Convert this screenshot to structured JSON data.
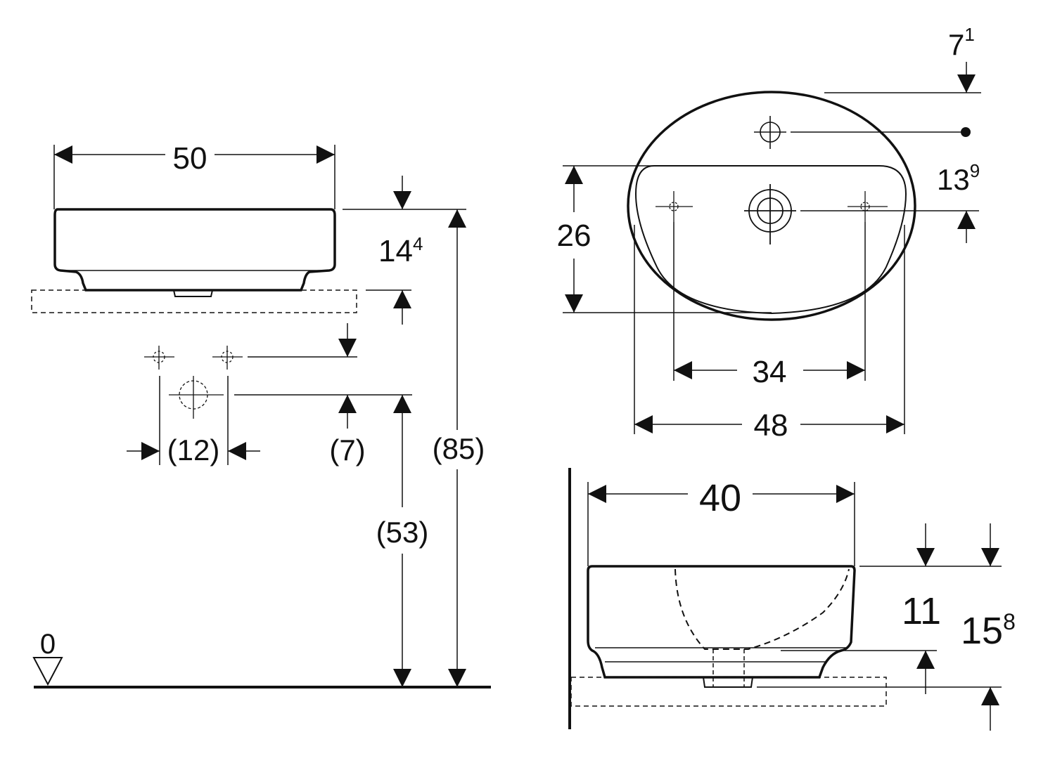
{
  "dimensions": {
    "front_width": "50",
    "front_height_main": "14",
    "front_height_sup": "4",
    "tap_spacing": "(12)",
    "tap_offset": "(7)",
    "waste_height": "(53)",
    "total_height": "(85)",
    "floor_level": "0",
    "top_offset_main": "7",
    "top_offset_sup": "1",
    "tap_to_waste_main": "13",
    "tap_to_waste_sup": "9",
    "bowl_depth_inner": "26",
    "fixing_spacing": "34",
    "top_width": "48",
    "side_depth": "40",
    "side_height_inner": "11",
    "side_height_main": "15",
    "side_height_sup": "8"
  },
  "colors": {
    "line": "#111111",
    "background": "#ffffff"
  }
}
